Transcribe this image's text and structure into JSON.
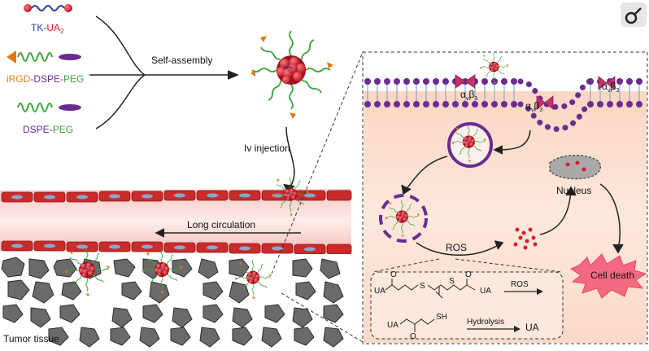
{
  "legend": {
    "tk_ua2_prefix": "TK-",
    "tk_ua2_core": "UA",
    "tk_ua2_sub": "2",
    "irgd_part1": "iRGD",
    "irgd_part2": "-DSPE-",
    "irgd_part3": "PEG",
    "dspe_part1": "DSPE-",
    "dspe_part2": "PEG"
  },
  "steps": {
    "self_assembly": "Self-assembly",
    "iv_injection": "Iv injection",
    "long_circulation": "Long circulation",
    "tumor_tissue": "Tumor tissue",
    "ros": "ROS",
    "nucleus": "Nucleus",
    "cell_death": "Cell death"
  },
  "receptor": {
    "alpha": "α",
    "alpha_sub": "v",
    "beta": "β",
    "beta_sub": "3"
  },
  "chemistry": {
    "ua": "UA",
    "ros_arrow": "ROS",
    "hydrolysis": "Hydrolysis",
    "ua_product": "UA",
    "s_atom": "S",
    "sh_group": "SH",
    "o_atom": "O"
  },
  "icons": [
    "lens-logo-icon"
  ],
  "colors": {
    "ua_red": "#d81e2c",
    "peg_green": "#3aa53a",
    "dspe_purple": "#6a2c91",
    "irgd_orange": "#e07a16",
    "vessel_red": "#c92a2a",
    "tissue_gray": "#666666",
    "cell_bg": "#fde5d6"
  }
}
